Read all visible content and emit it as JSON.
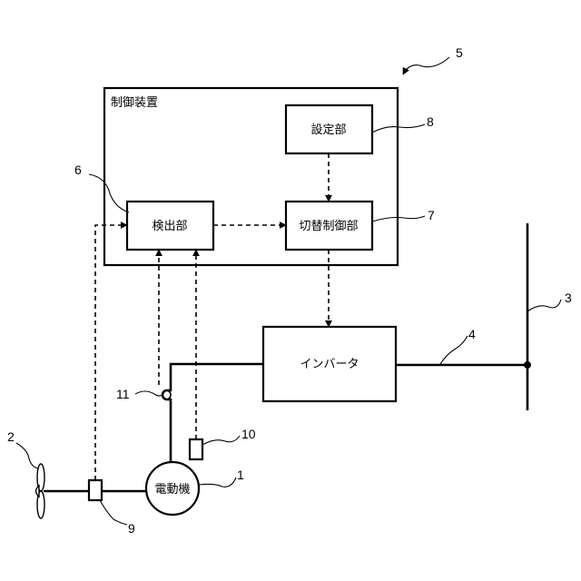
{
  "blocks": {
    "control_device": "制御装置",
    "setting_unit": "設定部",
    "detection_unit": "検出部",
    "switching_control_unit": "切替制御部",
    "inverter": "インバータ",
    "motor": "電動機"
  },
  "reference_numerals": {
    "motor": "1",
    "propeller": "2",
    "power_bus": "3",
    "cable": "4",
    "system": "5",
    "detection_unit": "6",
    "switching_control_unit": "7",
    "setting_unit": "8",
    "shaft_sensor": "9",
    "motor_sensor": "10",
    "current_sensor": "11"
  }
}
